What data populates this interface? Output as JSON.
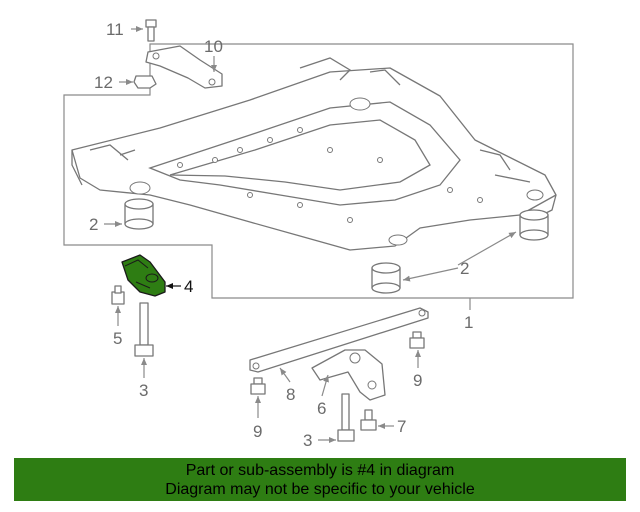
{
  "callouts": {
    "c1": "1",
    "c2a": "2",
    "c2b": "2",
    "c3a": "3",
    "c3b": "3",
    "c4": "4",
    "c5": "5",
    "c6": "6",
    "c7": "7",
    "c8": "8",
    "c9a": "9",
    "c9b": "9",
    "c10": "10",
    "c11": "11",
    "c12": "12"
  },
  "highlight_color": "#2e7d13",
  "banner": {
    "line1": "Part or sub-assembly is #4 in diagram",
    "line2": "Diagram may not be specific to your vehicle"
  }
}
